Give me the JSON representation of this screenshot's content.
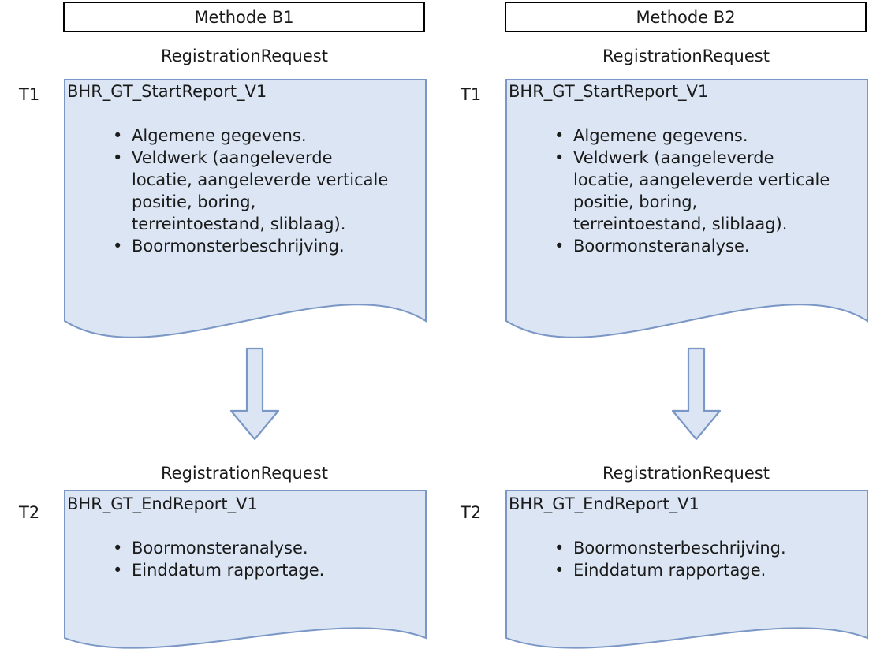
{
  "glyphs": {
    "bullet": "•"
  },
  "colors": {
    "doc_fill": "#dbe5f3",
    "doc_border": "#7b97c6",
    "method_box_border": "#000000",
    "text": "#1a1a1a",
    "background": "#ffffff"
  },
  "columns": [
    {
      "method": "Methode B1",
      "steps": [
        {
          "time": "T1",
          "request": "RegistrationRequest",
          "title": "BHR_GT_StartReport_V1",
          "bullets": [
            [
              "Algemene gegevens."
            ],
            [
              "Veldwerk (aangeleverde",
              "locatie, aangeleverde verticale",
              "positie, boring,",
              "terreintoestand, sliblaag)."
            ],
            [
              "Boormonsterbeschrijving."
            ]
          ]
        },
        {
          "time": "T2",
          "request": "RegistrationRequest",
          "title": "BHR_GT_EndReport_V1",
          "bullets": [
            [
              "Boormonsteranalyse."
            ],
            [
              "Einddatum rapportage."
            ]
          ]
        }
      ]
    },
    {
      "method": "Methode B2",
      "steps": [
        {
          "time": "T1",
          "request": "RegistrationRequest",
          "title": "BHR_GT_StartReport_V1",
          "bullets": [
            [
              "Algemene gegevens."
            ],
            [
              "Veldwerk (aangeleverde",
              "locatie, aangeleverde verticale",
              "positie, boring,",
              "terreintoestand, sliblaag)."
            ],
            [
              "Boormonsteranalyse."
            ]
          ]
        },
        {
          "time": "T2",
          "request": "RegistrationRequest",
          "title": "BHR_GT_EndReport_V1",
          "bullets": [
            [
              "Boormonsterbeschrijving."
            ],
            [
              "Einddatum rapportage."
            ]
          ]
        }
      ]
    }
  ]
}
